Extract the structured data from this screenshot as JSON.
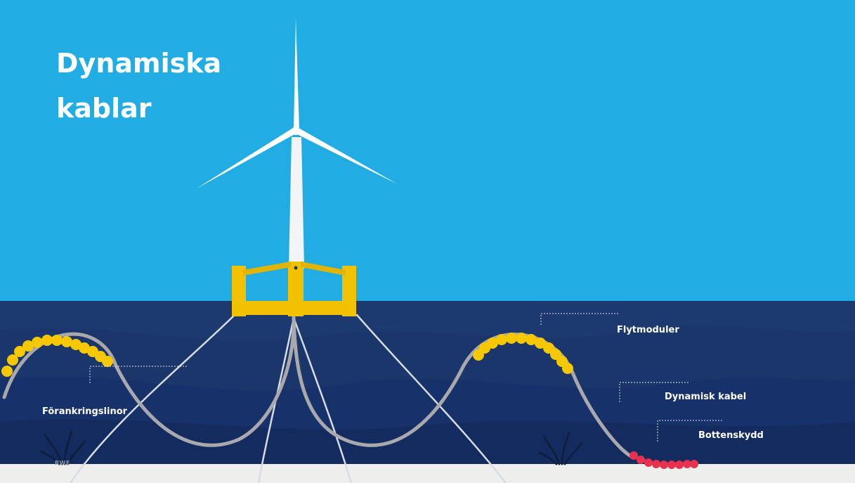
{
  "title": {
    "line1": "Dynamiska",
    "line2": "kablar"
  },
  "labels": {
    "floaters": "Flytmoduler",
    "dynamic_cable": "Dynamisk kabel",
    "bottom_protection": "Bottenskydd",
    "mooring_lines": "Förankringslinor"
  },
  "logo": "RWE",
  "colors": {
    "sky": "#21ade4",
    "sea": "#1c3970",
    "sea_deep": "#16305f",
    "seabed": "#eeeeec",
    "float_platform": "#f2c200",
    "floaters": "#f5c800",
    "bottom_protection": "#e8314e",
    "cable": "#a9a9ad",
    "mooring": "#d7dde4"
  },
  "icons": [
    "wind-turbine-icon",
    "floating-platform-icon",
    "seaweed-icon"
  ]
}
